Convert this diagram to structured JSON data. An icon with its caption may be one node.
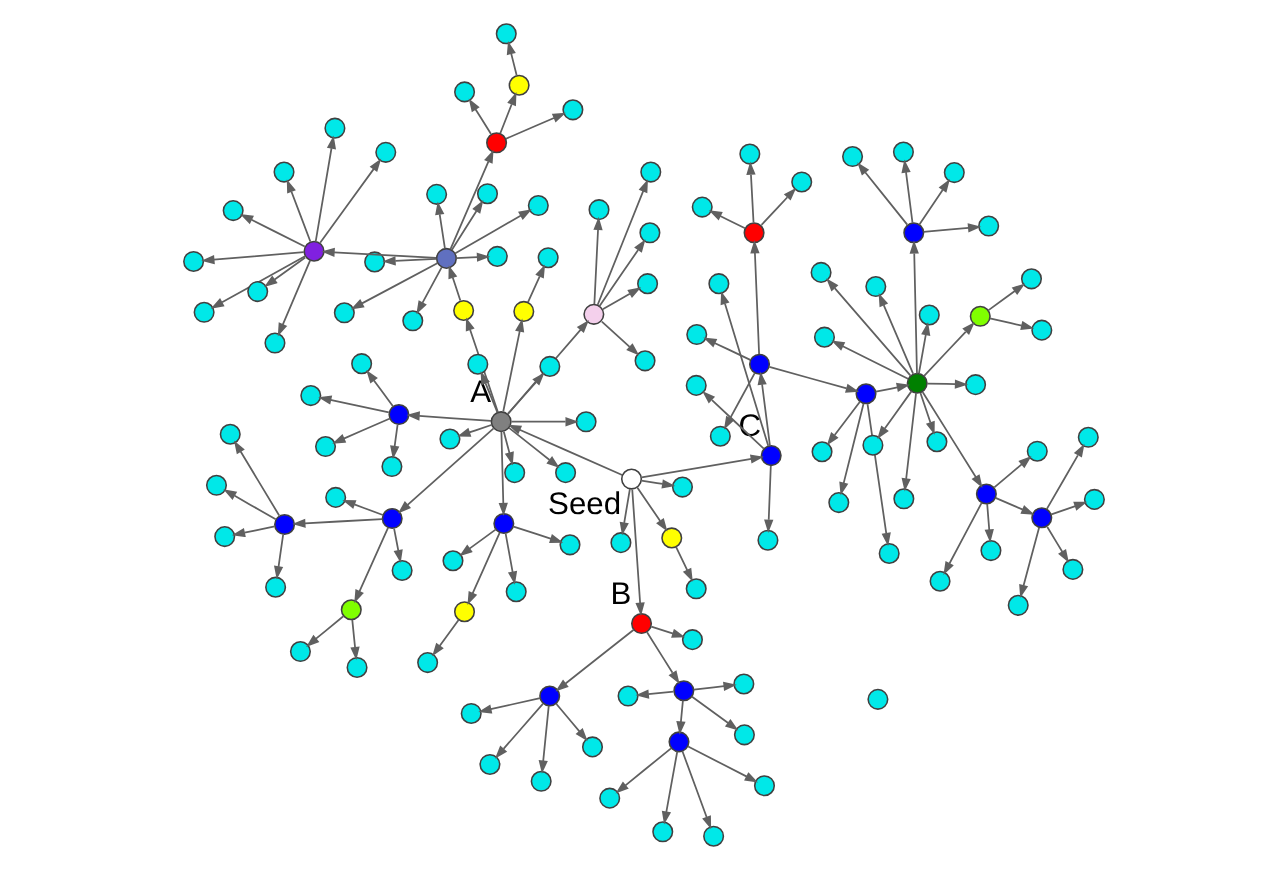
{
  "diagram": {
    "nodes": [
      {
        "text": [],
        "shape": "circle",
        "beside": [
          "Seed"
        ]
      },
      {
        "text": [],
        "shape": "circle",
        "beside": [
          "B"
        ]
      },
      {
        "text": [],
        "shape": "circle"
      },
      {
        "text": [],
        "shape": "circle"
      },
      {
        "text": [],
        "shape": "circle"
      },
      {
        "text": [],
        "shape": "circle"
      },
      {
        "text": [],
        "shape": "circle"
      },
      {
        "text": [],
        "shape": "circle"
      },
      {
        "text": [],
        "shape": "circle"
      },
      {
        "text": [],
        "shape": "circle"
      },
      {
        "text": [],
        "shape": "circle"
      },
      {
        "text": [],
        "shape": "circle"
      },
      {
        "text": [],
        "shape": "circle"
      },
      {
        "text": [],
        "shape": "circle"
      },
      {
        "text": [],
        "shape": "circle"
      },
      {
        "text": [],
        "shape": "circle"
      },
      {
        "text": [],
        "shape": "circle"
      },
      {
        "text": [],
        "shape": "circle"
      },
      {
        "text": [],
        "shape": "circle"
      },
      {
        "text": [],
        "shape": "circle"
      },
      {
        "text": [],
        "shape": "circle"
      },
      {
        "text": [],
        "shape": "circle",
        "beside": [
          "C"
        ]
      },
      {
        "text": [],
        "shape": "circle"
      },
      {
        "text": [],
        "shape": "circle"
      },
      {
        "text": [],
        "shape": "circle"
      },
      {
        "text": [],
        "shape": "circle"
      },
      {
        "text": [],
        "shape": "circle"
      },
      {
        "text": [],
        "shape": "circle"
      },
      {
        "text": [],
        "shape": "circle"
      },
      {
        "text": [],
        "shape": "circle"
      },
      {
        "text": [],
        "shape": "circle"
      },
      {
        "text": [],
        "shape": "circle"
      },
      {
        "text": [],
        "shape": "circle"
      },
      {
        "text": [],
        "shape": "circle"
      },
      {
        "text": [],
        "shape": "circle"
      },
      {
        "text": [],
        "shape": "circle"
      },
      {
        "text": [],
        "shape": "circle"
      },
      {
        "text": [],
        "shape": "circle"
      },
      {
        "text": [],
        "shape": "circle"
      },
      {
        "text": [],
        "shape": "circle"
      },
      {
        "text": [],
        "shape": "circle"
      },
      {
        "text": [],
        "shape": "circle"
      },
      {
        "text": [],
        "shape": "circle"
      },
      {
        "text": [],
        "shape": "circle"
      },
      {
        "text": [],
        "shape": "circle"
      },
      {
        "text": [],
        "shape": "circle"
      },
      {
        "text": [],
        "shape": "circle"
      },
      {
        "text": [],
        "shape": "circle"
      },
      {
        "text": [],
        "shape": "circle"
      },
      {
        "text": [],
        "shape": "circle"
      },
      {
        "text": [],
        "shape": "circle"
      },
      {
        "text": [],
        "shape": "circle"
      },
      {
        "text": [],
        "shape": "circle"
      },
      {
        "text": [],
        "shape": "circle"
      },
      {
        "text": [],
        "shape": "circle"
      },
      {
        "text": [],
        "shape": "circle"
      },
      {
        "text": [],
        "shape": "circle"
      },
      {
        "text": [],
        "shape": "circle"
      },
      {
        "text": [],
        "shape": "circle"
      },
      {
        "text": [],
        "shape": "circle"
      },
      {
        "text": [],
        "shape": "circle"
      },
      {
        "text": [],
        "shape": "circle"
      },
      {
        "text": [],
        "shape": "circle",
        "beside": [
          "A"
        ]
      },
      {
        "text": [],
        "shape": "circle"
      },
      {
        "text": [],
        "shape": "circle"
      },
      {
        "text": [],
        "shape": "circle"
      },
      {
        "text": [],
        "shape": "circle"
      },
      {
        "text": [],
        "shape": "circle"
      },
      {
        "text": [],
        "shape": "circle"
      },
      {
        "text": [],
        "shape": "circle"
      },
      {
        "text": [],
        "shape": "circle"
      },
      {
        "text": [],
        "shape": "circle"
      },
      {
        "text": [],
        "shape": "circle"
      },
      {
        "text": [],
        "shape": "circle"
      },
      {
        "text": [],
        "shape": "circle"
      },
      {
        "text": [],
        "shape": "circle"
      },
      {
        "text": [],
        "shape": "circle"
      },
      {
        "text": [],
        "shape": "circle"
      },
      {
        "text": [],
        "shape": "circle"
      },
      {
        "text": [],
        "shape": "circle"
      },
      {
        "text": [],
        "shape": "circle"
      },
      {
        "text": [],
        "shape": "circle"
      },
      {
        "text": [],
        "shape": "circle"
      },
      {
        "text": [],
        "shape": "circle"
      },
      {
        "text": [],
        "shape": "circle"
      },
      {
        "text": [],
        "shape": "circle"
      },
      {
        "text": [],
        "shape": "circle"
      },
      {
        "text": [],
        "shape": "circle"
      },
      {
        "text": [],
        "shape": "circle"
      },
      {
        "text": [],
        "shape": "circle"
      },
      {
        "text": [],
        "shape": "circle"
      },
      {
        "text": [],
        "shape": "circle"
      },
      {
        "text": [],
        "shape": "circle"
      },
      {
        "text": [],
        "shape": "circle"
      },
      {
        "text": [],
        "shape": "circle"
      },
      {
        "text": [],
        "shape": "circle"
      },
      {
        "text": [],
        "shape": "circle"
      },
      {
        "text": [],
        "shape": "circle"
      },
      {
        "text": [],
        "shape": "circle"
      },
      {
        "text": [],
        "shape": "circle"
      },
      {
        "text": [],
        "shape": "circle"
      },
      {
        "text": [],
        "shape": "circle"
      },
      {
        "text": [],
        "shape": "circle"
      },
      {
        "text": [],
        "shape": "circle"
      },
      {
        "text": [],
        "shape": "circle"
      },
      {
        "text": [],
        "shape": "circle"
      },
      {
        "text": [],
        "shape": "circle"
      },
      {
        "text": [],
        "shape": "circle"
      },
      {
        "text": [],
        "shape": "circle"
      },
      {
        "text": [],
        "shape": "circle"
      },
      {
        "text": [],
        "shape": "circle"
      },
      {
        "text": [],
        "shape": "circle"
      },
      {
        "text": [],
        "shape": "circle"
      },
      {
        "text": [],
        "shape": "circle"
      },
      {
        "text": [],
        "shape": "circle"
      },
      {
        "text": [],
        "shape": "circle"
      },
      {
        "text": [],
        "shape": "circle"
      },
      {
        "text": [],
        "shape": "circle"
      },
      {
        "text": [],
        "shape": "circle"
      },
      {
        "text": [],
        "shape": "circle"
      },
      {
        "text": [],
        "shape": "circle"
      },
      {
        "text": [],
        "shape": "circle"
      },
      {
        "text": [],
        "shape": "circle"
      }
    ],
    "edges": [
      {
        "from": 0,
        "to": 1,
        "arrow": "to"
      },
      {
        "from": 0,
        "to": 17,
        "arrow": "to"
      },
      {
        "from": 0,
        "to": 18,
        "arrow": "to"
      },
      {
        "from": 0,
        "to": 20,
        "arrow": "to"
      },
      {
        "from": 0,
        "to": 21,
        "arrow": "to"
      },
      {
        "from": 0,
        "to": 62,
        "arrow": "to"
      },
      {
        "from": 1,
        "to": 2,
        "arrow": "to"
      },
      {
        "from": 1,
        "to": 3,
        "arrow": "to"
      },
      {
        "from": 1,
        "to": 8,
        "arrow": "to"
      },
      {
        "from": 3,
        "to": 4,
        "arrow": "to"
      },
      {
        "from": 3,
        "to": 5,
        "arrow": "to"
      },
      {
        "from": 3,
        "to": 6,
        "arrow": "to"
      },
      {
        "from": 3,
        "to": 7,
        "arrow": "to"
      },
      {
        "from": 8,
        "to": 9,
        "arrow": "to"
      },
      {
        "from": 8,
        "to": 10,
        "arrow": "to"
      },
      {
        "from": 8,
        "to": 15,
        "arrow": "to"
      },
      {
        "from": 8,
        "to": 16,
        "arrow": "to"
      },
      {
        "from": 10,
        "to": 11,
        "arrow": "to"
      },
      {
        "from": 10,
        "to": 12,
        "arrow": "to"
      },
      {
        "from": 10,
        "to": 13,
        "arrow": "to"
      },
      {
        "from": 10,
        "to": 14,
        "arrow": "to"
      },
      {
        "from": 18,
        "to": 19,
        "arrow": "to"
      },
      {
        "from": 21,
        "to": 22,
        "arrow": "to"
      },
      {
        "from": 21,
        "to": 23,
        "arrow": "to"
      },
      {
        "from": 21,
        "to": 24,
        "arrow": "to"
      },
      {
        "from": 21,
        "to": 25,
        "arrow": "to"
      },
      {
        "from": 25,
        "to": 26,
        "arrow": "to"
      },
      {
        "from": 25,
        "to": 27,
        "arrow": "to"
      },
      {
        "from": 25,
        "to": 31,
        "arrow": "to"
      },
      {
        "from": 25,
        "to": 32,
        "arrow": "to"
      },
      {
        "from": 27,
        "to": 28,
        "arrow": "to"
      },
      {
        "from": 27,
        "to": 29,
        "arrow": "to"
      },
      {
        "from": 27,
        "to": 30,
        "arrow": "to"
      },
      {
        "from": 32,
        "to": 33,
        "arrow": "to"
      },
      {
        "from": 32,
        "to": 34,
        "arrow": "to"
      },
      {
        "from": 32,
        "to": 35,
        "arrow": "to"
      },
      {
        "from": 32,
        "to": 36,
        "arrow": "to"
      },
      {
        "from": 36,
        "to": 37,
        "arrow": "to"
      },
      {
        "from": 36,
        "to": 38,
        "arrow": "to"
      },
      {
        "from": 36,
        "to": 39,
        "arrow": "to"
      },
      {
        "from": 36,
        "to": 40,
        "arrow": "to"
      },
      {
        "from": 36,
        "to": 43,
        "arrow": "to"
      },
      {
        "from": 36,
        "to": 44,
        "arrow": "to"
      },
      {
        "from": 36,
        "to": 45,
        "arrow": "to"
      },
      {
        "from": 36,
        "to": 50,
        "arrow": "to"
      },
      {
        "from": 36,
        "to": 51,
        "arrow": "to"
      },
      {
        "from": 36,
        "to": 60,
        "arrow": "to"
      },
      {
        "from": 36,
        "to": 61,
        "arrow": "to"
      },
      {
        "from": 40,
        "to": 41,
        "arrow": "to"
      },
      {
        "from": 40,
        "to": 42,
        "arrow": "to"
      },
      {
        "from": 45,
        "to": 46,
        "arrow": "to"
      },
      {
        "from": 45,
        "to": 47,
        "arrow": "to"
      },
      {
        "from": 45,
        "to": 48,
        "arrow": "to"
      },
      {
        "from": 45,
        "to": 49,
        "arrow": "to"
      },
      {
        "from": 51,
        "to": 52,
        "arrow": "to"
      },
      {
        "from": 51,
        "to": 53,
        "arrow": "to"
      },
      {
        "from": 51,
        "to": 54,
        "arrow": "to"
      },
      {
        "from": 51,
        "to": 59,
        "arrow": "to"
      },
      {
        "from": 54,
        "to": 55,
        "arrow": "to"
      },
      {
        "from": 54,
        "to": 56,
        "arrow": "to"
      },
      {
        "from": 54,
        "to": 57,
        "arrow": "to"
      },
      {
        "from": 54,
        "to": 58,
        "arrow": "to"
      },
      {
        "from": 62,
        "to": 63,
        "arrow": "to"
      },
      {
        "from": 62,
        "to": 69,
        "arrow": "to"
      },
      {
        "from": 62,
        "to": 70,
        "arrow": "to"
      },
      {
        "from": 62,
        "to": 72,
        "arrow": "to"
      },
      {
        "from": 62,
        "to": 95,
        "arrow": "to"
      },
      {
        "from": 62,
        "to": 96,
        "arrow": "to"
      },
      {
        "from": 62,
        "to": 102,
        "arrow": "to"
      },
      {
        "from": 62,
        "to": 103,
        "arrow": "to"
      },
      {
        "from": 62,
        "to": 104,
        "arrow": "to"
      },
      {
        "from": 62,
        "to": 115,
        "arrow": "to"
      },
      {
        "from": 62,
        "to": 116,
        "arrow": "to"
      },
      {
        "from": 62,
        "to": 117,
        "arrow": "to"
      },
      {
        "from": 63,
        "to": 64,
        "arrow": "to"
      },
      {
        "from": 63,
        "to": 65,
        "arrow": "to"
      },
      {
        "from": 63,
        "to": 66,
        "arrow": "to"
      },
      {
        "from": 63,
        "to": 68,
        "arrow": "to"
      },
      {
        "from": 66,
        "to": 67,
        "arrow": "to"
      },
      {
        "from": 70,
        "to": 71,
        "arrow": "to"
      },
      {
        "from": 72,
        "to": 73,
        "arrow": "to"
      },
      {
        "from": 73,
        "to": 74,
        "arrow": "to"
      },
      {
        "from": 73,
        "to": 75,
        "arrow": "to"
      },
      {
        "from": 73,
        "to": 76,
        "arrow": "to"
      },
      {
        "from": 73,
        "to": 77,
        "arrow": "to"
      },
      {
        "from": 73,
        "to": 78,
        "arrow": "to"
      },
      {
        "from": 73,
        "to": 79,
        "arrow": "to"
      },
      {
        "from": 73,
        "to": 84,
        "arrow": "to"
      },
      {
        "from": 73,
        "to": 85,
        "arrow": "to"
      },
      {
        "from": 73,
        "to": 94,
        "arrow": "to"
      },
      {
        "from": 79,
        "to": 80,
        "arrow": "to"
      },
      {
        "from": 79,
        "to": 82,
        "arrow": "to"
      },
      {
        "from": 79,
        "to": 83,
        "arrow": "to"
      },
      {
        "from": 80,
        "to": 81,
        "arrow": "to"
      },
      {
        "from": 85,
        "to": 86,
        "arrow": "to"
      },
      {
        "from": 85,
        "to": 87,
        "arrow": "to"
      },
      {
        "from": 85,
        "to": 88,
        "arrow": "to"
      },
      {
        "from": 85,
        "to": 89,
        "arrow": "to"
      },
      {
        "from": 85,
        "to": 90,
        "arrow": "to"
      },
      {
        "from": 85,
        "to": 91,
        "arrow": "to"
      },
      {
        "from": 85,
        "to": 92,
        "arrow": "to"
      },
      {
        "from": 85,
        "to": 93,
        "arrow": "to"
      },
      {
        "from": 96,
        "to": 97,
        "arrow": "to"
      },
      {
        "from": 96,
        "to": 98,
        "arrow": "to"
      },
      {
        "from": 96,
        "to": 99,
        "arrow": "to"
      },
      {
        "from": 96,
        "to": 100,
        "arrow": "to"
      },
      {
        "from": 96,
        "to": 101,
        "arrow": "to"
      },
      {
        "from": 104,
        "to": 105,
        "arrow": "to"
      },
      {
        "from": 104,
        "to": 106,
        "arrow": "to"
      },
      {
        "from": 104,
        "to": 109,
        "arrow": "to"
      },
      {
        "from": 104,
        "to": 110,
        "arrow": "to"
      },
      {
        "from": 106,
        "to": 107,
        "arrow": "to"
      },
      {
        "from": 106,
        "to": 108,
        "arrow": "to"
      },
      {
        "from": 110,
        "to": 111,
        "arrow": "to"
      },
      {
        "from": 110,
        "to": 112,
        "arrow": "to"
      },
      {
        "from": 110,
        "to": 113,
        "arrow": "to"
      },
      {
        "from": 110,
        "to": 114,
        "arrow": "to"
      },
      {
        "from": 117,
        "to": 118,
        "arrow": "to"
      },
      {
        "from": 117,
        "to": 119,
        "arrow": "to"
      },
      {
        "from": 117,
        "to": 120,
        "arrow": "to"
      },
      {
        "from": 117,
        "to": 121,
        "arrow": "to"
      }
    ]
  }
}
